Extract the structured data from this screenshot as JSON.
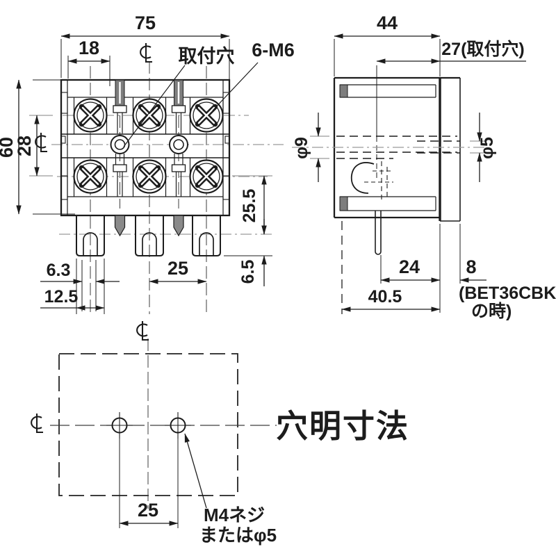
{
  "front_view": {
    "dim_width": "75",
    "dim_18": "18",
    "dim_height": "60",
    "dim_28": "28",
    "dim_255": "25.5",
    "dim_65": "6.5",
    "dim_63": "6.3",
    "dim_125": "12.5",
    "dim_25": "25",
    "label_mounting_hole": "取付穴",
    "label_screws": "6-M6"
  },
  "side_view": {
    "dim_44": "44",
    "dim_27": "27(取付穴)",
    "dim_phi9": "φ9",
    "dim_phi5": "φ5",
    "dim_24": "24",
    "dim_8": "8",
    "dim_405": "40.5",
    "note_line1": "(BET36CBK",
    "note_line2": "の時)"
  },
  "hole_view": {
    "title": "穴明寸法",
    "dim_25": "25",
    "note_line1": "M4ネジ",
    "note_line2": "またはφ5"
  },
  "symbols": {
    "centerline_symbol": "℄"
  },
  "colors": {
    "line": "#1c1c1c",
    "gray": "#9a9a9a",
    "shade": "#7d7d7d",
    "background": "#ffffff"
  }
}
